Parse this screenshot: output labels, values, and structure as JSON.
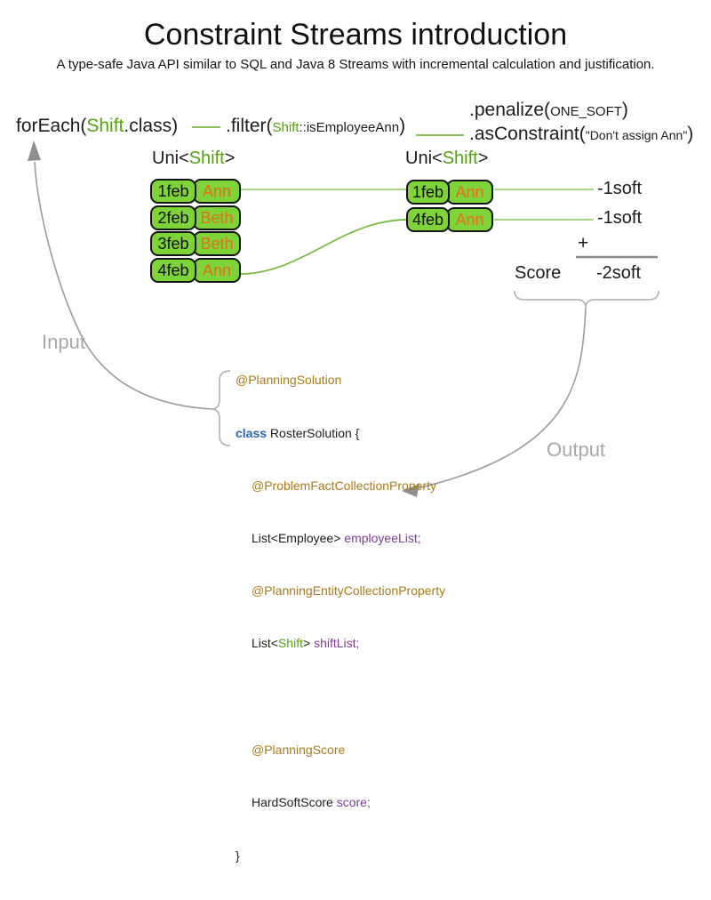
{
  "title": "Constraint Streams introduction",
  "subtitle": "A type-safe Java API similar to SQL and Java 8 Streams with incremental calculation and justification.",
  "pipeline": {
    "foreach": {
      "pre": "forEach(",
      "arg": "Shift",
      "post": ".class)"
    },
    "filter": {
      "pre": ".filter(",
      "arg_type": "Shift",
      "arg_rest": "::isEmployeeAnn",
      "post": ")"
    },
    "penalize": {
      "pre": ".penalize(",
      "arg": "ONE_SOFT",
      "post": ")"
    },
    "as_constraint": {
      "pre": ".asConstraint(",
      "arg": "\"Don't assign Ann\"",
      "post": ")"
    }
  },
  "left_stream": {
    "type": {
      "pre": "Uni<",
      "name": "Shift",
      "post": ">"
    },
    "rows": [
      {
        "date": "1feb",
        "employee": "Ann"
      },
      {
        "date": "2feb",
        "employee": "Beth"
      },
      {
        "date": "3feb",
        "employee": "Beth"
      },
      {
        "date": "4feb",
        "employee": "Ann"
      }
    ]
  },
  "right_stream": {
    "type": {
      "pre": "Uni<",
      "name": "Shift",
      "post": ">"
    },
    "rows": [
      {
        "date": "1feb",
        "employee": "Ann",
        "score": "-1soft"
      },
      {
        "date": "4feb",
        "employee": "Ann",
        "score": "-1soft"
      }
    ]
  },
  "score_summary": {
    "operator": "+",
    "label": "Score",
    "total": "-2soft"
  },
  "flow_labels": {
    "input": "Input",
    "output": "Output"
  },
  "code": {
    "lines": [
      {
        "indent": 0,
        "segments": [
          {
            "text": "@PlanningSolution",
            "style": "annotation"
          }
        ]
      },
      {
        "indent": 0,
        "segments": [
          {
            "text": "class",
            "style": "keyword"
          },
          {
            "text": " RosterSolution {",
            "style": "plain"
          }
        ]
      },
      {
        "indent": 1,
        "segments": [
          {
            "text": "@ProblemFactCollectionProperty",
            "style": "annotation"
          }
        ]
      },
      {
        "indent": 1,
        "segments": [
          {
            "text": "List<Employee> ",
            "style": "plain"
          },
          {
            "text": "employeeList;",
            "style": "field"
          }
        ]
      },
      {
        "indent": 1,
        "segments": [
          {
            "text": "@PlanningEntityCollectionProperty",
            "style": "annotation"
          }
        ]
      },
      {
        "indent": 1,
        "segments": [
          {
            "text": "List<",
            "style": "plain"
          },
          {
            "text": "Shift",
            "style": "type"
          },
          {
            "text": "> ",
            "style": "plain"
          },
          {
            "text": "shiftList;",
            "style": "field"
          }
        ]
      },
      {
        "indent": 0,
        "segments": []
      },
      {
        "indent": 1,
        "segments": [
          {
            "text": "@PlanningScore",
            "style": "annotation"
          }
        ]
      },
      {
        "indent": 1,
        "segments": [
          {
            "text": "HardSoftScore ",
            "style": "plain"
          },
          {
            "text": "score;",
            "style": "field"
          }
        ]
      },
      {
        "indent": 0,
        "segments": [
          {
            "text": "}",
            "style": "plain"
          }
        ]
      }
    ]
  },
  "colors": {
    "type_green": "#55a314",
    "box_green": "#7dd338",
    "employee_orange": "#e2711d",
    "connector_green": "#77ba40",
    "gray_flow": "#9c9c9c",
    "annotation_brown": "#ab7a18",
    "keyword_blue": "#2b65b5",
    "field_purple": "#7a3e96"
  }
}
